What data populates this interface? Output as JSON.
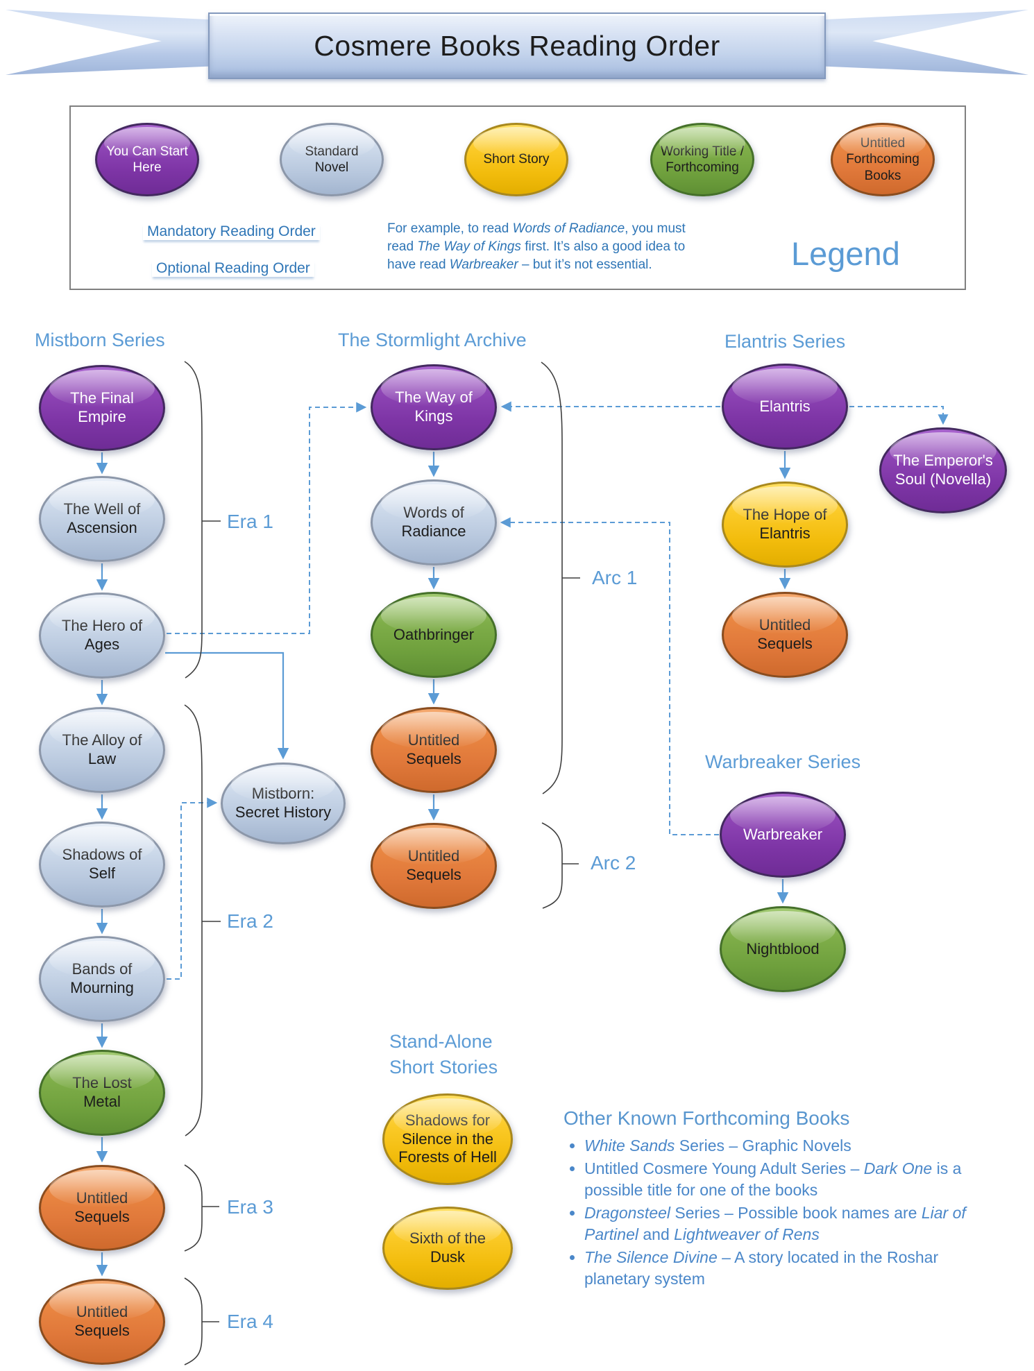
{
  "title": "Cosmere Books Reading Order",
  "colors": {
    "accent_blue": "#5b9bd5",
    "text_blue": "#2e75b6",
    "start_purple": "#7e35a6",
    "novel_bluegray": "#b7c7dd",
    "short_yellow": "#f2bc0c",
    "working_green": "#6fa03d",
    "forthcoming_orange": "#e0783a"
  },
  "legend": {
    "title": "Legend",
    "types": [
      {
        "id": "start",
        "label": "You Can Start Here"
      },
      {
        "id": "novel",
        "label": "Standard Novel"
      },
      {
        "id": "short",
        "label": "Short Story"
      },
      {
        "id": "working",
        "label": "Working Title / Forthcoming"
      },
      {
        "id": "forthcoming",
        "label": "Untitled Forthcoming Books"
      }
    ],
    "mandatory_label": "Mandatory Reading Order",
    "optional_label": "Optional Reading Order",
    "example": [
      {
        "t": "For example, to read "
      },
      {
        "t": "Words of Radiance",
        "i": 1
      },
      {
        "t": ", you must read "
      },
      {
        "t": "The Way of Kings",
        "i": 1
      },
      {
        "t": " first. It’s also a good idea to have read "
      },
      {
        "t": "Warbreaker",
        "i": 1
      },
      {
        "t": " – but it’s not essential."
      }
    ]
  },
  "sections": {
    "mistborn": {
      "title": "Mistborn Series"
    },
    "stormlight": {
      "title": "The Stormlight Archive"
    },
    "elantris": {
      "title": "Elantris Series"
    },
    "warbreaker": {
      "title": "Warbreaker Series"
    },
    "shortstories": {
      "title_line1": "Stand-Alone",
      "title_line2": "Short Stories"
    }
  },
  "nodes": {
    "final_empire": {
      "label": "The Final Empire",
      "type": "start"
    },
    "well_of_ascension": {
      "label": "The Well of Ascension",
      "type": "novel"
    },
    "hero_of_ages": {
      "label": "The Hero of Ages",
      "type": "novel"
    },
    "alloy_of_law": {
      "label": "The Alloy of Law",
      "type": "novel"
    },
    "shadows_of_self": {
      "label": "Shadows of Self",
      "type": "novel"
    },
    "bands_of_mourning": {
      "label": "Bands of Mourning",
      "type": "novel"
    },
    "lost_metal": {
      "label": "The Lost Metal",
      "type": "working"
    },
    "mistborn_sequels_era3": {
      "label": "Untitled Sequels",
      "type": "forthcoming"
    },
    "mistborn_sequels_era4": {
      "label": "Untitled Sequels",
      "type": "forthcoming"
    },
    "secret_history": {
      "label": "Mistborn: Secret History",
      "type": "novel"
    },
    "way_of_kings": {
      "label": "The Way of Kings",
      "type": "start"
    },
    "words_of_radiance": {
      "label": "Words of Radiance",
      "type": "novel"
    },
    "oathbringer": {
      "label": "Oathbringer",
      "type": "working"
    },
    "stormlight_sequels_1": {
      "label": "Untitled Sequels",
      "type": "forthcoming"
    },
    "stormlight_sequels_2": {
      "label": "Untitled Sequels",
      "type": "forthcoming"
    },
    "elantris": {
      "label": "Elantris",
      "type": "start"
    },
    "emperors_soul": {
      "label": "The Emperor's Soul (Novella)",
      "type": "start"
    },
    "hope_of_elantris": {
      "label": "The Hope of Elantris",
      "type": "short"
    },
    "elantris_sequels": {
      "label": "Untitled Sequels",
      "type": "forthcoming"
    },
    "warbreaker": {
      "label": "Warbreaker",
      "type": "start"
    },
    "nightblood": {
      "label": "Nightblood",
      "type": "working"
    },
    "shadows_for_silence": {
      "label": "Shadows for Silence in the Forests of Hell",
      "type": "short"
    },
    "sixth_of_dusk": {
      "label": "Sixth of the Dusk",
      "type": "short"
    }
  },
  "group_labels": {
    "era1": "Era 1",
    "era2": "Era 2",
    "era3": "Era 3",
    "era4": "Era 4",
    "arc1": "Arc 1",
    "arc2": "Arc 2"
  },
  "forthcoming": {
    "heading": "Other Known Forthcoming Books",
    "bullets": [
      [
        {
          "t": "White Sands",
          "i": 1
        },
        {
          "t": " Series – Graphic Novels"
        }
      ],
      [
        {
          "t": "Untitled Cosmere Young Adult Series – "
        },
        {
          "t": "Dark One",
          "i": 1
        },
        {
          "t": " is a possible title for one of the books"
        }
      ],
      [
        {
          "t": "Dragonsteel",
          "i": 1
        },
        {
          "t": " Series – Possible book names are "
        },
        {
          "t": "Liar of Partinel",
          "i": 1
        },
        {
          "t": " and "
        },
        {
          "t": "Lightweaver of Rens",
          "i": 1
        }
      ],
      [
        {
          "t": "The Silence Divine",
          "i": 1
        },
        {
          "t": " – A story located in the Roshar planetary system"
        }
      ]
    ]
  }
}
